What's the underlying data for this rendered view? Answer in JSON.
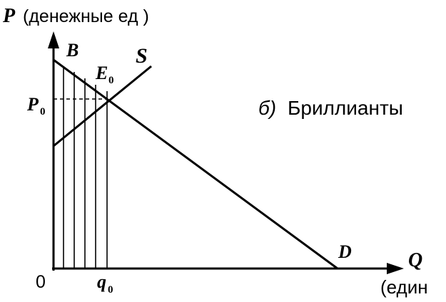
{
  "figure": {
    "y_axis_symbol": "P",
    "y_axis_unit": "(денежные ед )",
    "x_axis_symbol": "Q",
    "x_axis_unit": "(един",
    "origin": "0",
    "point_B": "B",
    "curve_S": "S",
    "point_E": "E",
    "point_E_sub": "0",
    "price_P": "P",
    "price_P_sub": "0",
    "qty_q": "q",
    "qty_q_sub": "0",
    "point_D": "D",
    "panel_letter": "б)",
    "panel_title": "Бриллианты"
  },
  "colors": {
    "ink": "#000000",
    "background": "#ffffff"
  }
}
